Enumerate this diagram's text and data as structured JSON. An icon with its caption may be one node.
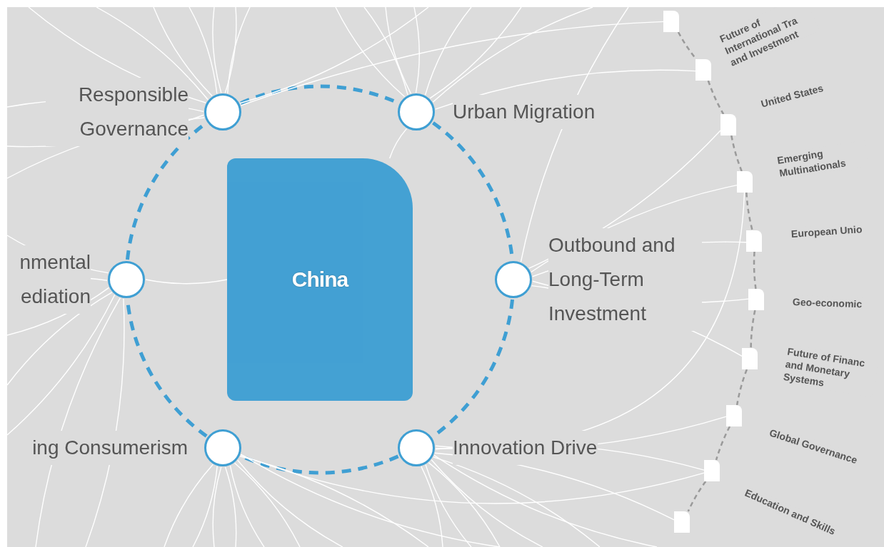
{
  "diagram": {
    "nodes": [
      {
        "text": [
          "China"
        ]
      },
      {
        "text": [
          "Responsible Governance"
        ]
      },
      {
        "text": [
          "Urban Migration"
        ]
      },
      {
        "text": [
          "nmental ediation"
        ]
      },
      {
        "text": [
          "Outbound and Long-Term Investment"
        ]
      },
      {
        "text": [
          "ing Consumerism"
        ]
      },
      {
        "text": [
          "Innovation Drive"
        ]
      },
      {
        "text": [],
        "shape": "box"
      },
      {
        "text": [
          "Future of International Tra and Investment"
        ]
      },
      {
        "text": [
          "United States"
        ]
      },
      {
        "text": [
          "Emerging Multinationals"
        ]
      },
      {
        "text": [
          "European Unio"
        ]
      },
      {
        "text": [
          "Geo-economic"
        ]
      },
      {
        "text": [
          "Future of Financ and Monetary Systems"
        ]
      },
      {
        "text": [
          "Global Governance"
        ]
      },
      {
        "text": [
          "Education and Skills"
        ]
      },
      {
        "text": [],
        "shape": "box"
      }
    ],
    "edges": [
      {
        "from": 1,
        "to": 2,
        "arrow": "none",
        "style": "dashed",
        "color": "#3f9fd3"
      },
      {
        "from": 2,
        "to": 4,
        "arrow": "none",
        "style": "dashed",
        "color": "#3f9fd3"
      },
      {
        "from": 4,
        "to": 6,
        "arrow": "none",
        "style": "dashed",
        "color": "#3f9fd3"
      },
      {
        "from": 6,
        "to": 5,
        "arrow": "none",
        "style": "dashed",
        "color": "#3f9fd3"
      },
      {
        "from": 5,
        "to": 3,
        "arrow": "none",
        "style": "dashed",
        "color": "#3f9fd3"
      },
      {
        "from": 3,
        "to": 1,
        "arrow": "none",
        "style": "dashed",
        "color": "#3f9fd3"
      },
      {
        "from": 7,
        "to": 8,
        "arrow": "none",
        "style": "dashed",
        "color": "#9a9a9a"
      },
      {
        "from": 8,
        "to": 9,
        "arrow": "none",
        "style": "dashed",
        "color": "#9a9a9a"
      },
      {
        "from": 9,
        "to": 10,
        "arrow": "none",
        "style": "dashed",
        "color": "#9a9a9a"
      },
      {
        "from": 10,
        "to": 11,
        "arrow": "none",
        "style": "dashed",
        "color": "#9a9a9a"
      },
      {
        "from": 11,
        "to": 12,
        "arrow": "none",
        "style": "dashed",
        "color": "#9a9a9a"
      },
      {
        "from": 12,
        "to": 13,
        "arrow": "none",
        "style": "dashed",
        "color": "#9a9a9a"
      },
      {
        "from": 13,
        "to": 14,
        "arrow": "none",
        "style": "dashed",
        "color": "#9a9a9a"
      },
      {
        "from": 14,
        "to": 15,
        "arrow": "none",
        "style": "dashed",
        "color": "#9a9a9a"
      },
      {
        "from": 15,
        "to": 16,
        "arrow": "none",
        "style": "dashed",
        "color": "#9a9a9a"
      },
      {
        "from": 1,
        "to": 7,
        "arrow": "none"
      },
      {
        "from": 2,
        "to": 8,
        "arrow": "none"
      },
      {
        "from": 4,
        "to": 9,
        "arrow": "none"
      },
      {
        "from": 4,
        "to": 10,
        "arrow": "none"
      },
      {
        "from": 6,
        "to": 10,
        "arrow": "none"
      },
      {
        "from": 4,
        "to": 11,
        "arrow": "none"
      },
      {
        "from": 4,
        "to": 12,
        "arrow": "none"
      },
      {
        "from": 4,
        "to": 13,
        "arrow": "none"
      },
      {
        "from": 6,
        "to": 14,
        "arrow": "none"
      },
      {
        "from": 6,
        "to": 15,
        "arrow": "none"
      },
      {
        "from": 5,
        "to": 15,
        "arrow": "none"
      },
      {
        "from": 6,
        "to": 16,
        "arrow": "none"
      },
      {
        "from": 1,
        "to": null,
        "arrow": "none"
      },
      {
        "from": 1,
        "to": null,
        "arrow": "none"
      },
      {
        "from": 1,
        "to": null,
        "arrow": "none"
      },
      {
        "from": 1,
        "to": null,
        "arrow": "none"
      },
      {
        "from": 1,
        "to": null,
        "arrow": "none"
      },
      {
        "from": 1,
        "to": null,
        "arrow": "none"
      },
      {
        "from": 1,
        "to": null,
        "arrow": "none"
      },
      {
        "from": 1,
        "to": null,
        "arrow": "none"
      },
      {
        "from": 1,
        "to": null,
        "arrow": "none"
      },
      {
        "from": 1,
        "to": null,
        "arrow": "none"
      },
      {
        "from": 1,
        "to": null,
        "arrow": "none"
      },
      {
        "from": 2,
        "to": null,
        "arrow": "none"
      },
      {
        "from": 2,
        "to": null,
        "arrow": "none"
      },
      {
        "from": 2,
        "to": null,
        "arrow": "none"
      },
      {
        "from": 2,
        "to": null,
        "arrow": "none"
      },
      {
        "from": 2,
        "to": null,
        "arrow": "none"
      },
      {
        "from": 2,
        "to": null,
        "arrow": "none"
      },
      {
        "from": 2,
        "to": null,
        "arrow": "none"
      },
      {
        "from": 2,
        "to": 0,
        "arrow": "none"
      },
      {
        "from": 3,
        "to": null,
        "arrow": "none"
      },
      {
        "from": 3,
        "to": null,
        "arrow": "none"
      },
      {
        "from": 3,
        "to": null,
        "arrow": "none"
      },
      {
        "from": 3,
        "to": null,
        "arrow": "none"
      },
      {
        "from": 3,
        "to": null,
        "arrow": "none"
      },
      {
        "from": 3,
        "to": null,
        "arrow": "none"
      },
      {
        "from": 3,
        "to": null,
        "arrow": "none"
      },
      {
        "from": 3,
        "to": 0,
        "arrow": "none"
      },
      {
        "from": 4,
        "to": null,
        "arrow": "none"
      },
      {
        "from": 5,
        "to": null,
        "arrow": "none"
      },
      {
        "from": 5,
        "to": null,
        "arrow": "none"
      },
      {
        "from": 5,
        "to": null,
        "arrow": "none"
      },
      {
        "from": 5,
        "to": null,
        "arrow": "none"
      },
      {
        "from": 5,
        "to": null,
        "arrow": "none"
      },
      {
        "from": 5,
        "to": null,
        "arrow": "none"
      },
      {
        "from": 5,
        "to": null,
        "arrow": "none"
      },
      {
        "from": 5,
        "to": null,
        "arrow": "none"
      },
      {
        "from": 5,
        "to": null,
        "arrow": "none"
      },
      {
        "from": 6,
        "to": null,
        "arrow": "none"
      },
      {
        "from": 6,
        "to": null,
        "arrow": "none"
      },
      {
        "from": 6,
        "to": null,
        "arrow": "none"
      },
      {
        "from": 6,
        "to": null,
        "arrow": "none"
      },
      {
        "from": 6,
        "to": null,
        "arrow": "none"
      },
      {
        "from": 6,
        "to": null,
        "arrow": "none"
      }
    ]
  }
}
